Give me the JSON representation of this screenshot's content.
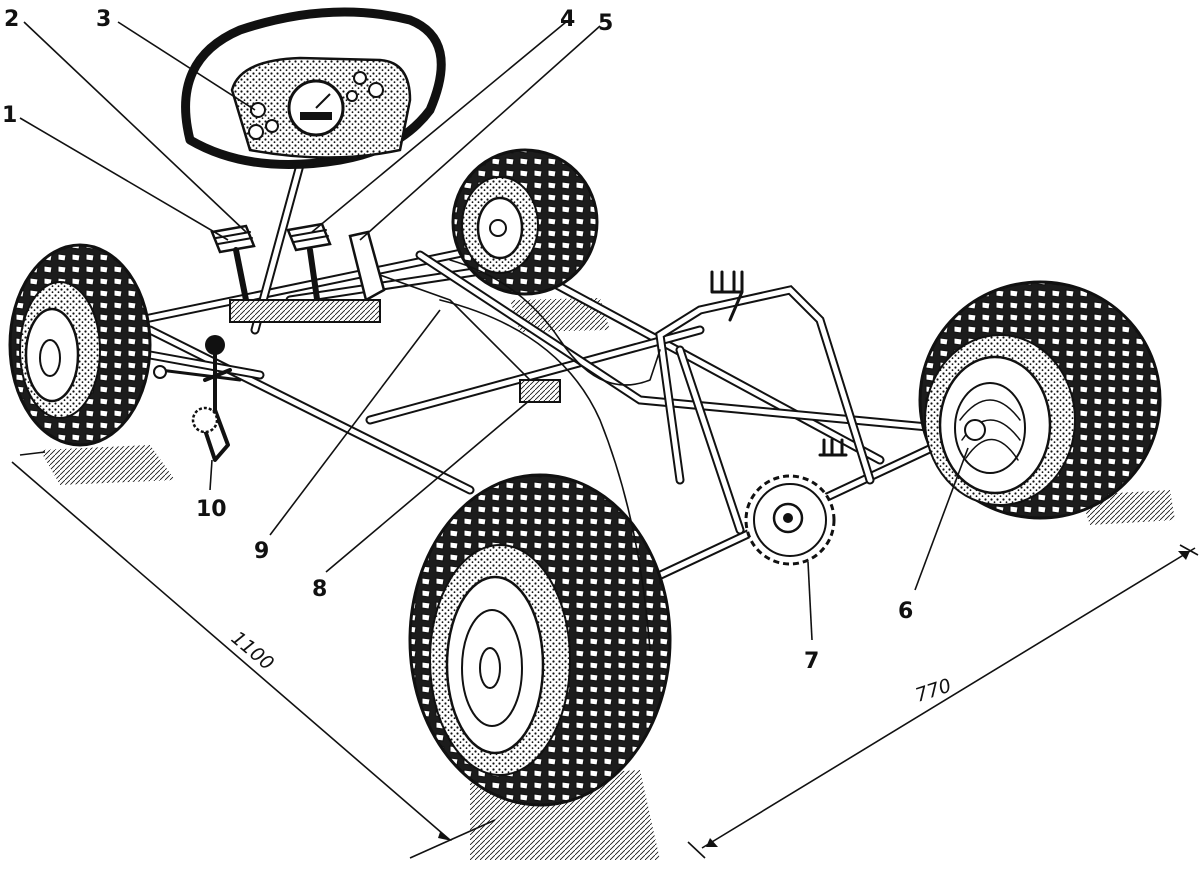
{
  "diagram": {
    "callouts": [
      "1",
      "2",
      "3",
      "4",
      "5",
      "6",
      "7",
      "8",
      "9",
      "10"
    ],
    "dimensions": {
      "length": "1100",
      "width": "770"
    }
  },
  "colors": {
    "ink": "#111111",
    "paper": "#ffffff",
    "tire_fill": "#2b2b2b"
  }
}
